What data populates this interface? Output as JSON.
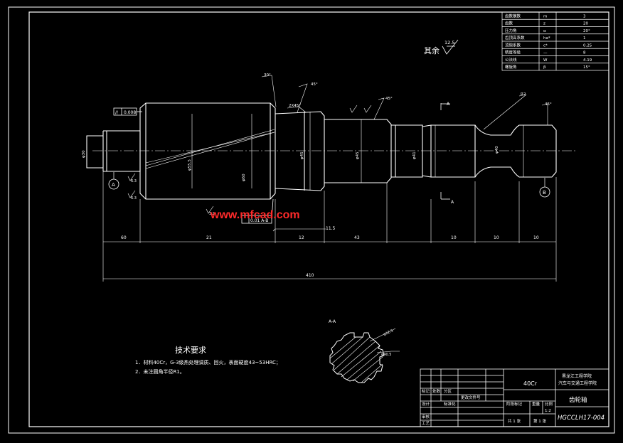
{
  "watermark": {
    "text": "www.mfcad.com",
    "color": "#ff2a2a"
  },
  "colors": {
    "bg": "#000000",
    "line": "#ffffff",
    "accent_red": "#ff2a2a",
    "tolerance_yellow": "#ffd21e"
  },
  "param_table": {
    "rows": [
      {
        "name": "齿数模数",
        "sym": "m",
        "val": "3"
      },
      {
        "name": "齿数",
        "sym": "z",
        "val": "20"
      },
      {
        "name": "压力角",
        "sym": "α",
        "val": "20°"
      },
      {
        "name": "齿顶高系数",
        "sym": "ha*",
        "val": "1"
      },
      {
        "name": "顶隙系数",
        "sym": "c*",
        "val": "0.25"
      },
      {
        "name": "精度等级",
        "sym": "—",
        "val": "8"
      },
      {
        "name": "公法线",
        "sym": "W",
        "val": "4.19"
      },
      {
        "name": "螺旋角",
        "sym": "β",
        "val": "15°"
      }
    ]
  },
  "surface_note": {
    "label": "其余",
    "roughness": "12.5"
  },
  "section_label": "A-A",
  "view_marks": {
    "a": "A",
    "b": "B"
  },
  "flatness_box": {
    "symbol": "//",
    "value": "0.008"
  },
  "tolerance_box": {
    "text": "0.01 A-B"
  },
  "dims": {
    "d1": "60",
    "d2": "21",
    "d3": "12",
    "d4": "43",
    "d5": "10",
    "d6": "10",
    "d7": "10",
    "total": "410",
    "step": "11.5",
    "dia1": "φ30",
    "dia2": "φ55.5",
    "dia3": "φ60",
    "dia4": "φ45",
    "dia5": "φ45",
    "dia6": "φ41",
    "dia7": "φ40",
    "dia8": "φ12.5",
    "dia9": "φ40.5",
    "cham1": "30°",
    "cham2": "45°",
    "cham3": "45°",
    "cham4": "45°",
    "cham5": "45°",
    "chamfer_c": "2X45°",
    "r": "R2",
    "tol1": "6.3",
    "tol2": "6.3",
    "tol3": "3.2",
    "tol4": "6.3",
    "tol5": "6.3"
  },
  "tech_req": {
    "title": "技术要求",
    "items": [
      "1．材料40Cr，G-3级热处理调质、回火，表面硬度43~53HRC；",
      "2．未注圆角半径R1。"
    ]
  },
  "title_block": {
    "material": "40Cr",
    "school": "黑龙江工程学院",
    "dept": "汽车与交通工程学院",
    "part_name": "齿轮轴",
    "drawing_no": "HGCCLH17-004",
    "mark": "标记",
    "count": "处数",
    "zone": "分区",
    "change_doc": "更改文件号",
    "design": "设计",
    "standardize": "标准化",
    "check": "审核",
    "process": "工艺",
    "stage": "阶段标记",
    "weight": "重量",
    "scale": "比例",
    "scale_value": "1:2",
    "sheets": "共 1 张",
    "sheet": "第 1 张"
  }
}
